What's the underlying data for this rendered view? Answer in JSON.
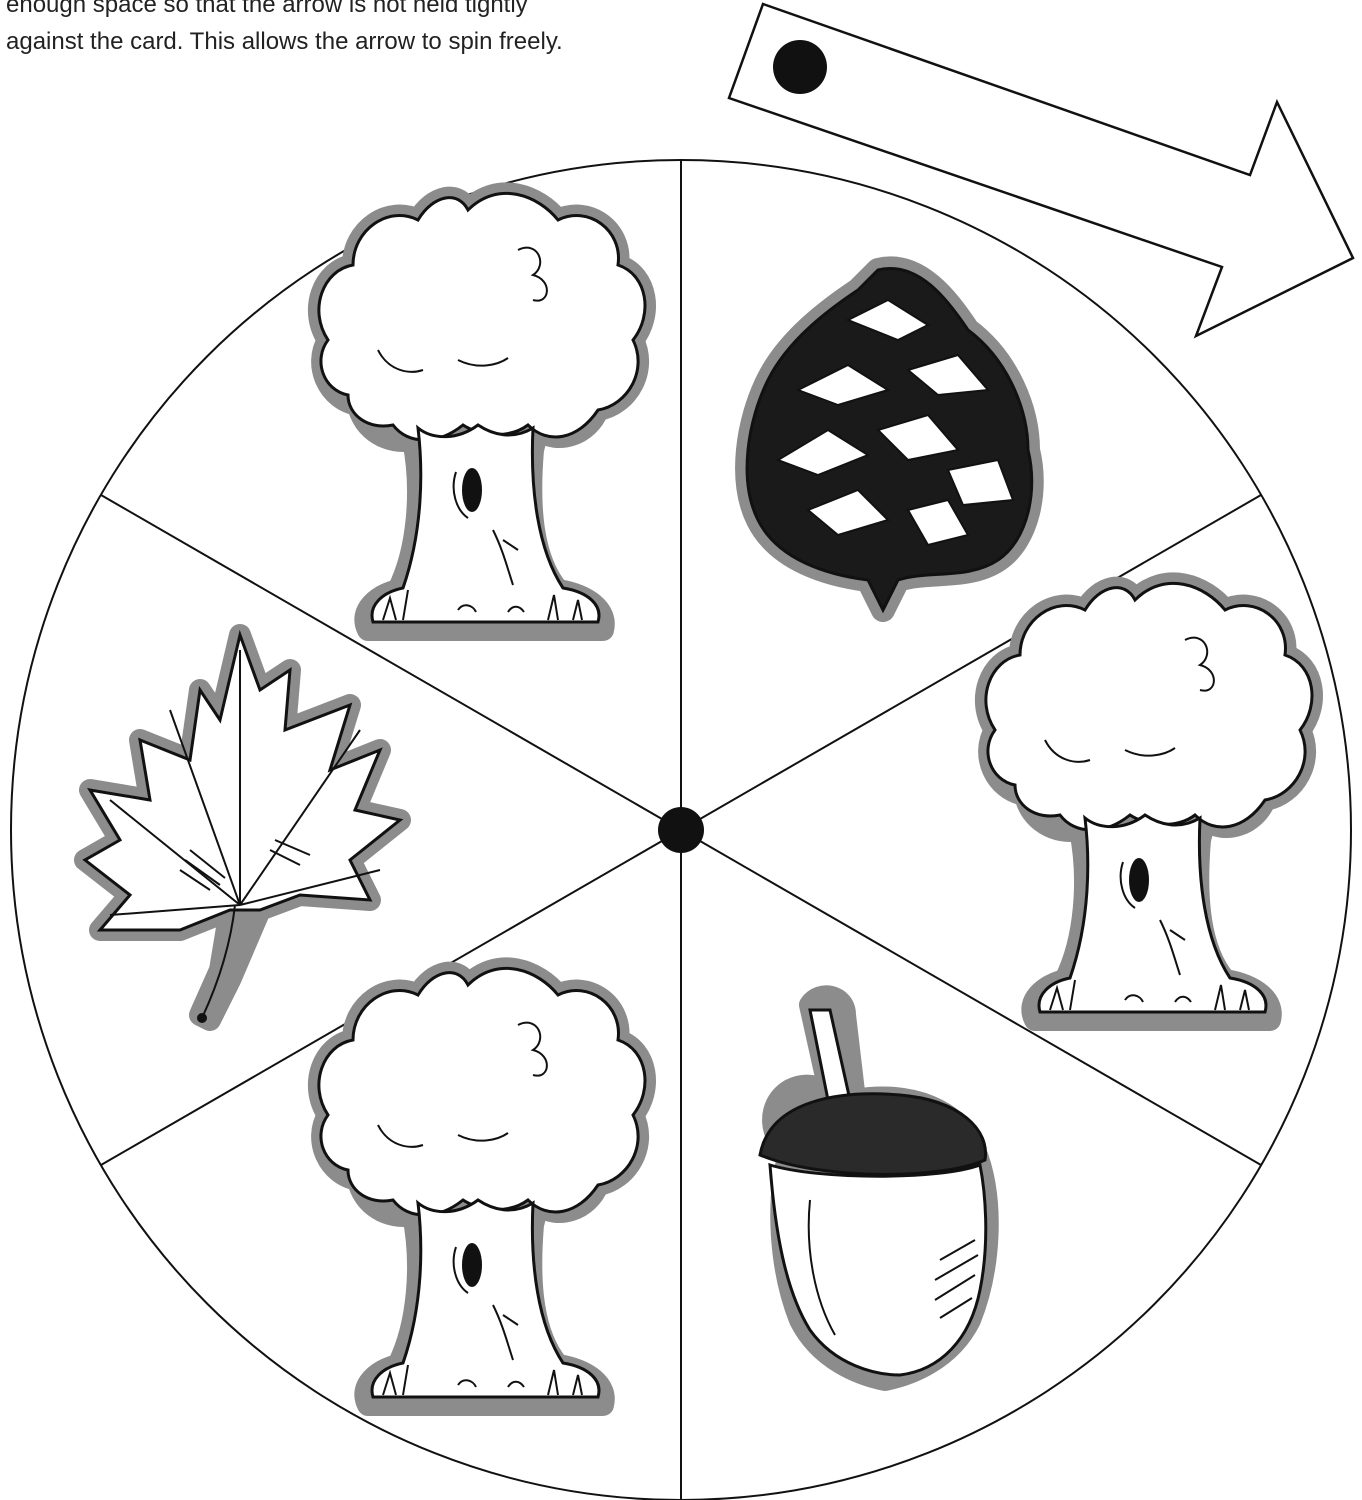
{
  "instructions": {
    "line1": "enough space so that the arrow is not held tightly",
    "line2": "against the card. This allows the arrow to spin freely."
  },
  "spinner": {
    "segments": [
      {
        "name": "oak-tree",
        "icon": "tree-icon"
      },
      {
        "name": "pine-cone",
        "icon": "pine-cone-icon"
      },
      {
        "name": "oak-tree",
        "icon": "tree-icon"
      },
      {
        "name": "acorn",
        "icon": "acorn-icon"
      },
      {
        "name": "oak-tree",
        "icon": "tree-icon"
      },
      {
        "name": "maple-leaf",
        "icon": "maple-leaf-icon"
      }
    ]
  },
  "colors": {
    "ink": "#111111",
    "halo": "#8c8c8c",
    "paper": "#ffffff"
  }
}
